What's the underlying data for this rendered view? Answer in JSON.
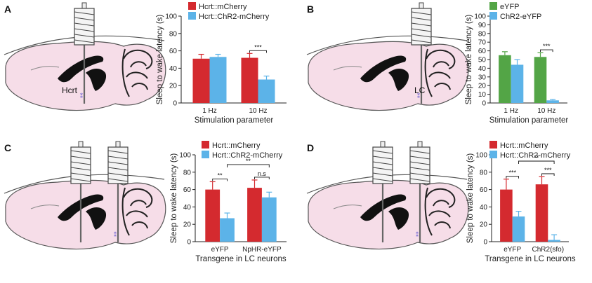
{
  "chart_data": [
    {
      "type": "bar",
      "panel": "A",
      "region_label": "Hcrt",
      "categories": [
        "1 Hz",
        "10 Hz"
      ],
      "series": [
        {
          "name": "Hcrt::mCherry",
          "values": [
            51,
            52
          ],
          "errors": [
            5,
            5
          ]
        },
        {
          "name": "Hcrt::ChR2-mCherry",
          "values": [
            53,
            27
          ],
          "errors": [
            3,
            4
          ]
        }
      ],
      "ylabel": "Sleep to wake latency (s)",
      "xlabel": "Stimulation parameter",
      "ylim": [
        0,
        100
      ],
      "yticks": [
        "0",
        "20",
        "40",
        "60",
        "80",
        "100"
      ],
      "annotations": [
        {
          "text": "***",
          "category": 1
        }
      ]
    },
    {
      "type": "bar",
      "panel": "B",
      "region_label": "LC",
      "categories": [
        "1 Hz",
        "10 Hz"
      ],
      "series": [
        {
          "name": "eYFP",
          "values": [
            55,
            53
          ],
          "errors": [
            4,
            5
          ]
        },
        {
          "name": "ChR2-eYFP",
          "values": [
            44,
            3
          ],
          "errors": [
            6,
            1
          ]
        }
      ],
      "ylabel": "Sleep to wake latency (s)",
      "xlabel": "Stimulation parameter",
      "ylim": [
        0,
        100
      ],
      "yticks": [
        "0",
        "10",
        "20",
        "30",
        "40",
        "50",
        "60",
        "70",
        "80",
        "90",
        "100"
      ],
      "annotations": [
        {
          "text": "***",
          "category": 1
        }
      ]
    },
    {
      "type": "bar",
      "panel": "C",
      "categories": [
        "eYFP",
        "NpHR-eYFP"
      ],
      "series": [
        {
          "name": "Hcrt::mCherry",
          "values": [
            60,
            62
          ],
          "errors": [
            9,
            9
          ]
        },
        {
          "name": "Hcrt::ChR2-mCherry",
          "values": [
            27,
            51
          ],
          "errors": [
            6,
            6
          ]
        }
      ],
      "ylabel": "Sleep to wake latency (s)",
      "xlabel": "Transgene in LC neurons",
      "ylim": [
        0,
        100
      ],
      "yticks": [
        "0",
        "20",
        "40",
        "60",
        "80",
        "100"
      ],
      "annotations": [
        {
          "text": "**",
          "category": 0
        },
        {
          "text": "n.s",
          "category": 1
        },
        {
          "text": "**",
          "between": "ChR2 bars"
        }
      ]
    },
    {
      "type": "bar",
      "panel": "D",
      "categories": [
        "eYFP",
        "ChR2(sfo)"
      ],
      "series": [
        {
          "name": "Hcrt::mCherry",
          "values": [
            60,
            66
          ],
          "errors": [
            12,
            9
          ]
        },
        {
          "name": "Hcrt::ChR2-mCherry",
          "values": [
            29,
            2
          ],
          "errors": [
            6,
            6
          ]
        }
      ],
      "ylabel": "Sleep to wake latency (s)",
      "xlabel": "Transgene in LC neurons",
      "ylim": [
        0,
        100
      ],
      "yticks": [
        "0",
        "20",
        "40",
        "60",
        "80",
        "100"
      ],
      "annotations": [
        {
          "text": "***",
          "category": 0
        },
        {
          "text": "***",
          "category": 1
        },
        {
          "text": "**",
          "between": "ChR2 bars"
        }
      ]
    }
  ],
  "colors": {
    "red": "#d42a2f",
    "blue": "#5cb3e8",
    "green": "#53a546",
    "brain_fill": "#f6dde8",
    "brain_stroke": "#555555"
  }
}
